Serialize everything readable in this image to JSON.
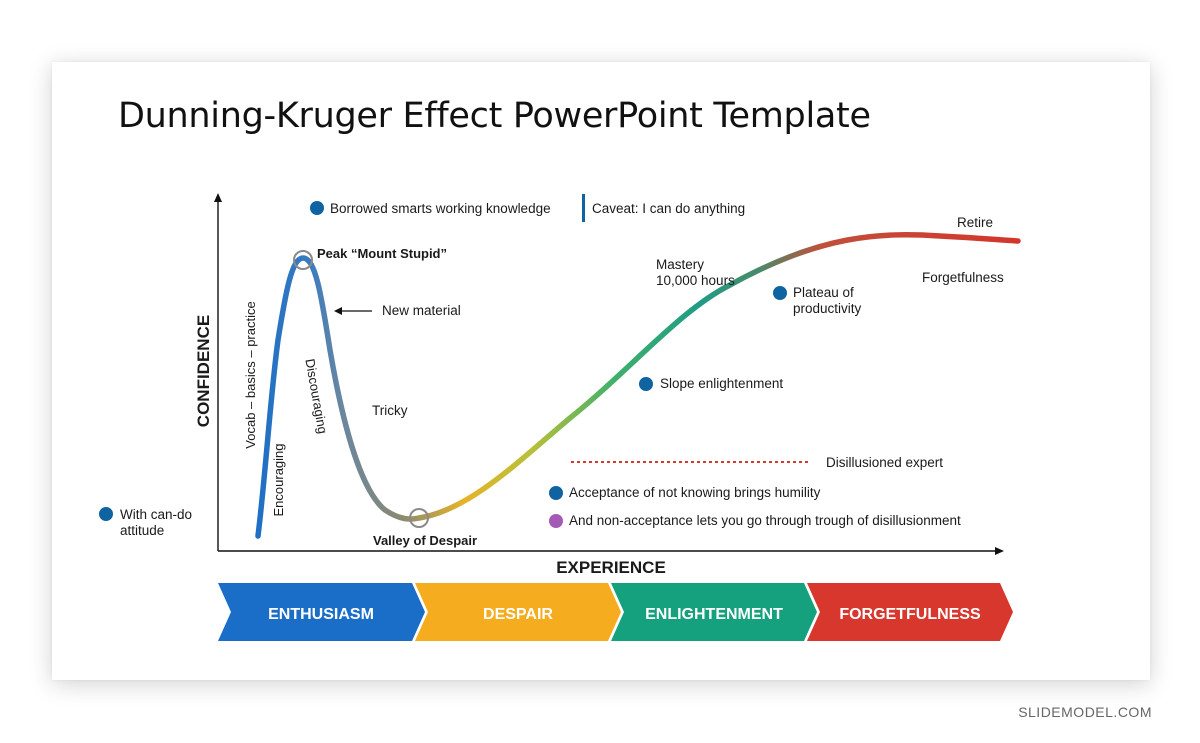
{
  "title": "Dunning-Kruger Effect PowerPoint Template",
  "axes": {
    "y_label": "CONFIDENCE",
    "x_label": "EXPERIENCE"
  },
  "labels": {
    "borrowed": "Borrowed smarts working knowledge",
    "caveat": "Caveat: I can do anything",
    "peak": "Peak “Mount Stupid”",
    "new_material": "New material",
    "vocab": "Vocab – basics – practice",
    "encouraging": "Encouraging",
    "discouraging": "Discouraging",
    "tricky": "Tricky",
    "valley": "Valley of Despair",
    "can_do_line1": "With can-do",
    "can_do_line2": "attitude",
    "mastery_line1": "Mastery",
    "mastery_line2": "10,000 hours",
    "plateau_line1": "Plateau of",
    "plateau_line2": "productivity",
    "retire": "Retire",
    "forgetfulness": "Forgetfulness",
    "slope": "Slope enlightenment",
    "disillusioned": "Disillusioned expert",
    "acceptance": "Acceptance of not knowing brings humility",
    "non_acceptance": "And non-acceptance lets you go through trough of disillusionment"
  },
  "phases": [
    {
      "label": "ENTHUSIASM",
      "color": "#1a6ec8"
    },
    {
      "label": "DESPAIR",
      "color": "#f5ac1e"
    },
    {
      "label": "ENLIGHTENMENT",
      "color": "#15a17e"
    },
    {
      "label": "FORGETFULNESS",
      "color": "#d7372d"
    }
  ],
  "colors": {
    "dot_blue": "#0e63a0",
    "dot_purple": "#a45bb5",
    "dashed_red": "#d23b30"
  },
  "watermark": "SLIDEMODEL.COM"
}
